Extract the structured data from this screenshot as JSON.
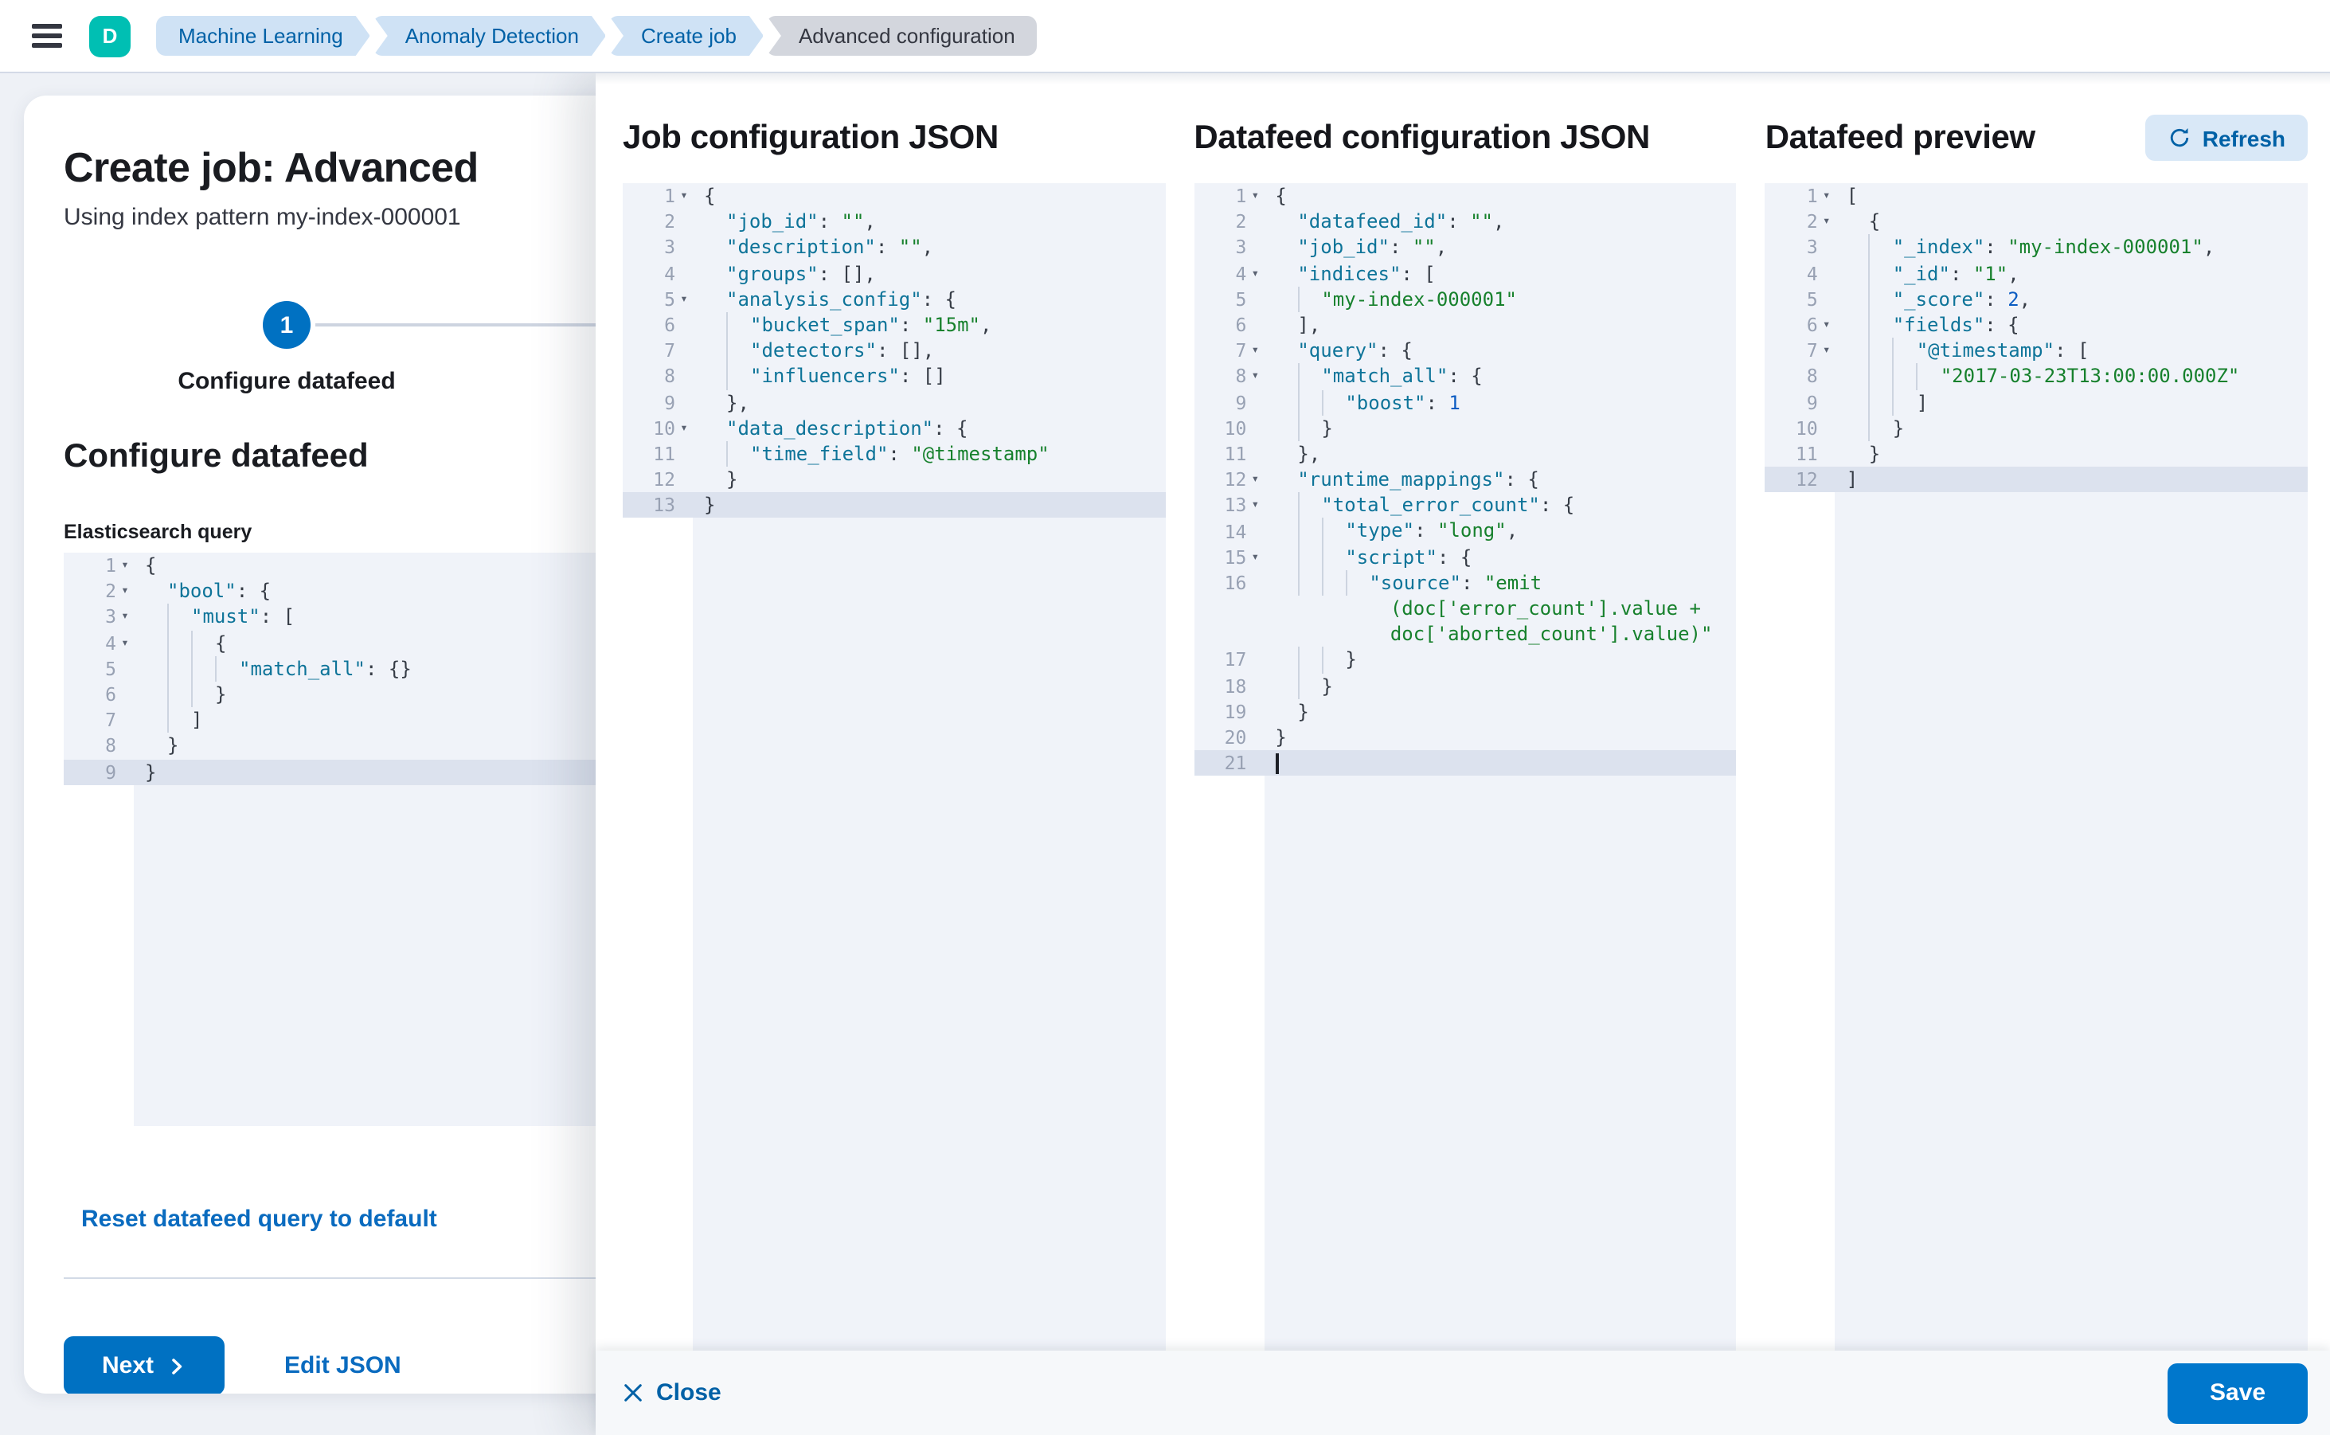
{
  "header": {
    "avatar_initial": "D",
    "breadcrumbs": [
      {
        "label": "Machine Learning",
        "current": false
      },
      {
        "label": "Anomaly Detection",
        "current": false
      },
      {
        "label": "Create job",
        "current": false
      },
      {
        "label": "Advanced configuration",
        "current": true
      }
    ]
  },
  "page": {
    "title": "Create job: Advanced",
    "subtitle": "Using index pattern my-index-000001",
    "step_number": "1",
    "step_label": "Configure datafeed",
    "section_heading": "Configure datafeed",
    "query_label": "Elasticsearch query",
    "reset_link": "Reset datafeed query to default",
    "next_button": "Next",
    "edit_json_link": "Edit JSON"
  },
  "flyout": {
    "panels": [
      {
        "title": "Job configuration JSON"
      },
      {
        "title": "Datafeed configuration JSON"
      },
      {
        "title": "Datafeed preview",
        "refresh_button": "Refresh"
      }
    ],
    "close_button": "Close",
    "save_button": "Save"
  },
  "colors": {
    "primary": "#0071c2",
    "save_button": "#0077cc",
    "avatar": "#00bfb3",
    "link": "#0a6bbf",
    "breadcrumb_bg": "#cfe2f5",
    "breadcrumb_current_bg": "#d3d6dd",
    "editor_bg": "#f0f3f9",
    "active_line_bg": "#dce2ee",
    "syntax_key": "#0e7499",
    "syntax_string": "#17812d",
    "syntax_number": "#0b5cc2",
    "syntax_punctuation": "#363c46"
  },
  "editors": {
    "es_query": {
      "rows": [
        {
          "n": "1",
          "fold": true,
          "ind": 0,
          "toks": [
            [
              "p",
              "{"
            ]
          ]
        },
        {
          "n": "2",
          "fold": true,
          "ind": 1,
          "toks": [
            [
              "k",
              "\"bool\""
            ],
            [
              "p",
              ": {"
            ]
          ]
        },
        {
          "n": "3",
          "fold": true,
          "ind": 2,
          "toks": [
            [
              "k",
              "\"must\""
            ],
            [
              "p",
              ": ["
            ]
          ]
        },
        {
          "n": "4",
          "fold": true,
          "ind": 3,
          "toks": [
            [
              "p",
              "{"
            ]
          ]
        },
        {
          "n": "5",
          "ind": 4,
          "toks": [
            [
              "k",
              "\"match_all\""
            ],
            [
              "p",
              ": {}"
            ]
          ]
        },
        {
          "n": "6",
          "ind": 3,
          "toks": [
            [
              "p",
              "}"
            ]
          ]
        },
        {
          "n": "7",
          "ind": 2,
          "toks": [
            [
              "p",
              "]"
            ]
          ]
        },
        {
          "n": "8",
          "ind": 1,
          "toks": [
            [
              "p",
              "}"
            ]
          ]
        },
        {
          "n": "9",
          "ind": 0,
          "hl": true,
          "toks": [
            [
              "p",
              "}"
            ]
          ]
        }
      ]
    },
    "job_config": {
      "rows": [
        {
          "n": "1",
          "fold": true,
          "ind": 0,
          "toks": [
            [
              "p",
              "{"
            ]
          ]
        },
        {
          "n": "2",
          "ind": 1,
          "toks": [
            [
              "k",
              "\"job_id\""
            ],
            [
              "p",
              ": "
            ],
            [
              "s",
              "\"\""
            ],
            [
              "p",
              ","
            ]
          ]
        },
        {
          "n": "3",
          "ind": 1,
          "toks": [
            [
              "k",
              "\"description\""
            ],
            [
              "p",
              ": "
            ],
            [
              "s",
              "\"\""
            ],
            [
              "p",
              ","
            ]
          ]
        },
        {
          "n": "4",
          "ind": 1,
          "toks": [
            [
              "k",
              "\"groups\""
            ],
            [
              "p",
              ": [],"
            ]
          ]
        },
        {
          "n": "5",
          "fold": true,
          "ind": 1,
          "toks": [
            [
              "k",
              "\"analysis_config\""
            ],
            [
              "p",
              ": {"
            ]
          ]
        },
        {
          "n": "6",
          "ind": 2,
          "toks": [
            [
              "k",
              "\"bucket_span\""
            ],
            [
              "p",
              ": "
            ],
            [
              "s",
              "\"15m\""
            ],
            [
              "p",
              ","
            ]
          ]
        },
        {
          "n": "7",
          "ind": 2,
          "toks": [
            [
              "k",
              "\"detectors\""
            ],
            [
              "p",
              ": [],"
            ]
          ]
        },
        {
          "n": "8",
          "ind": 2,
          "toks": [
            [
              "k",
              "\"influencers\""
            ],
            [
              "p",
              ": []"
            ]
          ]
        },
        {
          "n": "9",
          "ind": 1,
          "toks": [
            [
              "p",
              "},"
            ]
          ]
        },
        {
          "n": "10",
          "fold": true,
          "ind": 1,
          "toks": [
            [
              "k",
              "\"data_description\""
            ],
            [
              "p",
              ": {"
            ]
          ]
        },
        {
          "n": "11",
          "ind": 2,
          "toks": [
            [
              "k",
              "\"time_field\""
            ],
            [
              "p",
              ": "
            ],
            [
              "s",
              "\"@timestamp\""
            ]
          ]
        },
        {
          "n": "12",
          "ind": 1,
          "toks": [
            [
              "p",
              "}"
            ]
          ]
        },
        {
          "n": "13",
          "ind": 0,
          "hl": true,
          "toks": [
            [
              "p",
              "}"
            ]
          ]
        }
      ]
    },
    "datafeed_config": {
      "rows": [
        {
          "n": "1",
          "fold": true,
          "ind": 0,
          "toks": [
            [
              "p",
              "{"
            ]
          ]
        },
        {
          "n": "2",
          "ind": 1,
          "toks": [
            [
              "k",
              "\"datafeed_id\""
            ],
            [
              "p",
              ": "
            ],
            [
              "s",
              "\"\""
            ],
            [
              "p",
              ","
            ]
          ]
        },
        {
          "n": "3",
          "ind": 1,
          "toks": [
            [
              "k",
              "\"job_id\""
            ],
            [
              "p",
              ": "
            ],
            [
              "s",
              "\"\""
            ],
            [
              "p",
              ","
            ]
          ]
        },
        {
          "n": "4",
          "fold": true,
          "ind": 1,
          "toks": [
            [
              "k",
              "\"indices\""
            ],
            [
              "p",
              ": ["
            ]
          ]
        },
        {
          "n": "5",
          "ind": 2,
          "toks": [
            [
              "s",
              "\"my-index-000001\""
            ]
          ]
        },
        {
          "n": "6",
          "ind": 1,
          "toks": [
            [
              "p",
              "],"
            ]
          ]
        },
        {
          "n": "7",
          "fold": true,
          "ind": 1,
          "toks": [
            [
              "k",
              "\"query\""
            ],
            [
              "p",
              ": {"
            ]
          ]
        },
        {
          "n": "8",
          "fold": true,
          "ind": 2,
          "toks": [
            [
              "k",
              "\"match_all\""
            ],
            [
              "p",
              ": {"
            ]
          ]
        },
        {
          "n": "9",
          "ind": 3,
          "toks": [
            [
              "k",
              "\"boost\""
            ],
            [
              "p",
              ": "
            ],
            [
              "num",
              "1"
            ]
          ]
        },
        {
          "n": "10",
          "ind": 2,
          "toks": [
            [
              "p",
              "}"
            ]
          ]
        },
        {
          "n": "11",
          "ind": 1,
          "toks": [
            [
              "p",
              "},"
            ]
          ]
        },
        {
          "n": "12",
          "fold": true,
          "ind": 1,
          "toks": [
            [
              "k",
              "\"runtime_mappings\""
            ],
            [
              "p",
              ": {"
            ]
          ]
        },
        {
          "n": "13",
          "fold": true,
          "ind": 2,
          "toks": [
            [
              "k",
              "\"total_error_count\""
            ],
            [
              "p",
              ": {"
            ]
          ]
        },
        {
          "n": "14",
          "ind": 3,
          "toks": [
            [
              "k",
              "\"type\""
            ],
            [
              "p",
              ": "
            ],
            [
              "s",
              "\"long\""
            ],
            [
              "p",
              ","
            ]
          ]
        },
        {
          "n": "15",
          "fold": true,
          "ind": 3,
          "toks": [
            [
              "k",
              "\"script\""
            ],
            [
              "p",
              ": {"
            ]
          ]
        },
        {
          "n": "16",
          "ind": 4,
          "toks": [
            [
              "k",
              "\"source\""
            ],
            [
              "p",
              ": "
            ],
            [
              "s",
              "\"emit"
            ]
          ]
        },
        {
          "n": "",
          "ind": 0,
          "toks": [
            [
              "s",
              "          (doc['error_count'].value +"
            ]
          ]
        },
        {
          "n": "",
          "ind": 0,
          "toks": [
            [
              "s",
              "          doc['aborted_count'].value)\""
            ]
          ]
        },
        {
          "n": "17",
          "ind": 3,
          "toks": [
            [
              "p",
              "}"
            ]
          ]
        },
        {
          "n": "18",
          "ind": 2,
          "toks": [
            [
              "p",
              "}"
            ]
          ]
        },
        {
          "n": "19",
          "ind": 1,
          "toks": [
            [
              "p",
              "}"
            ]
          ]
        },
        {
          "n": "20",
          "ind": 0,
          "toks": [
            [
              "p",
              "}"
            ]
          ]
        },
        {
          "n": "21",
          "ind": 0,
          "hl": true,
          "cursor": true,
          "toks": []
        }
      ]
    },
    "datafeed_preview": {
      "rows": [
        {
          "n": "1",
          "fold": true,
          "ind": 0,
          "toks": [
            [
              "p",
              "["
            ]
          ]
        },
        {
          "n": "2",
          "fold": true,
          "ind": 1,
          "toks": [
            [
              "p",
              "{"
            ]
          ]
        },
        {
          "n": "3",
          "ind": 2,
          "toks": [
            [
              "k",
              "\"_index\""
            ],
            [
              "p",
              ": "
            ],
            [
              "s",
              "\"my-index-000001\""
            ],
            [
              "p",
              ","
            ]
          ]
        },
        {
          "n": "4",
          "ind": 2,
          "toks": [
            [
              "k",
              "\"_id\""
            ],
            [
              "p",
              ": "
            ],
            [
              "s",
              "\"1\""
            ],
            [
              "p",
              ","
            ]
          ]
        },
        {
          "n": "5",
          "ind": 2,
          "toks": [
            [
              "k",
              "\"_score\""
            ],
            [
              "p",
              ": "
            ],
            [
              "num",
              "2"
            ],
            [
              "p",
              ","
            ]
          ]
        },
        {
          "n": "6",
          "fold": true,
          "ind": 2,
          "toks": [
            [
              "k",
              "\"fields\""
            ],
            [
              "p",
              ": {"
            ]
          ]
        },
        {
          "n": "7",
          "fold": true,
          "ind": 3,
          "toks": [
            [
              "k",
              "\"@timestamp\""
            ],
            [
              "p",
              ": ["
            ]
          ]
        },
        {
          "n": "8",
          "ind": 4,
          "toks": [
            [
              "s",
              "\"2017-03-23T13:00:00.000Z\""
            ]
          ]
        },
        {
          "n": "9",
          "ind": 3,
          "toks": [
            [
              "p",
              "]"
            ]
          ]
        },
        {
          "n": "10",
          "ind": 2,
          "toks": [
            [
              "p",
              "}"
            ]
          ]
        },
        {
          "n": "11",
          "ind": 1,
          "toks": [
            [
              "p",
              "}"
            ]
          ]
        },
        {
          "n": "12",
          "ind": 0,
          "hl": true,
          "toks": [
            [
              "p",
              "]"
            ]
          ]
        }
      ]
    }
  }
}
